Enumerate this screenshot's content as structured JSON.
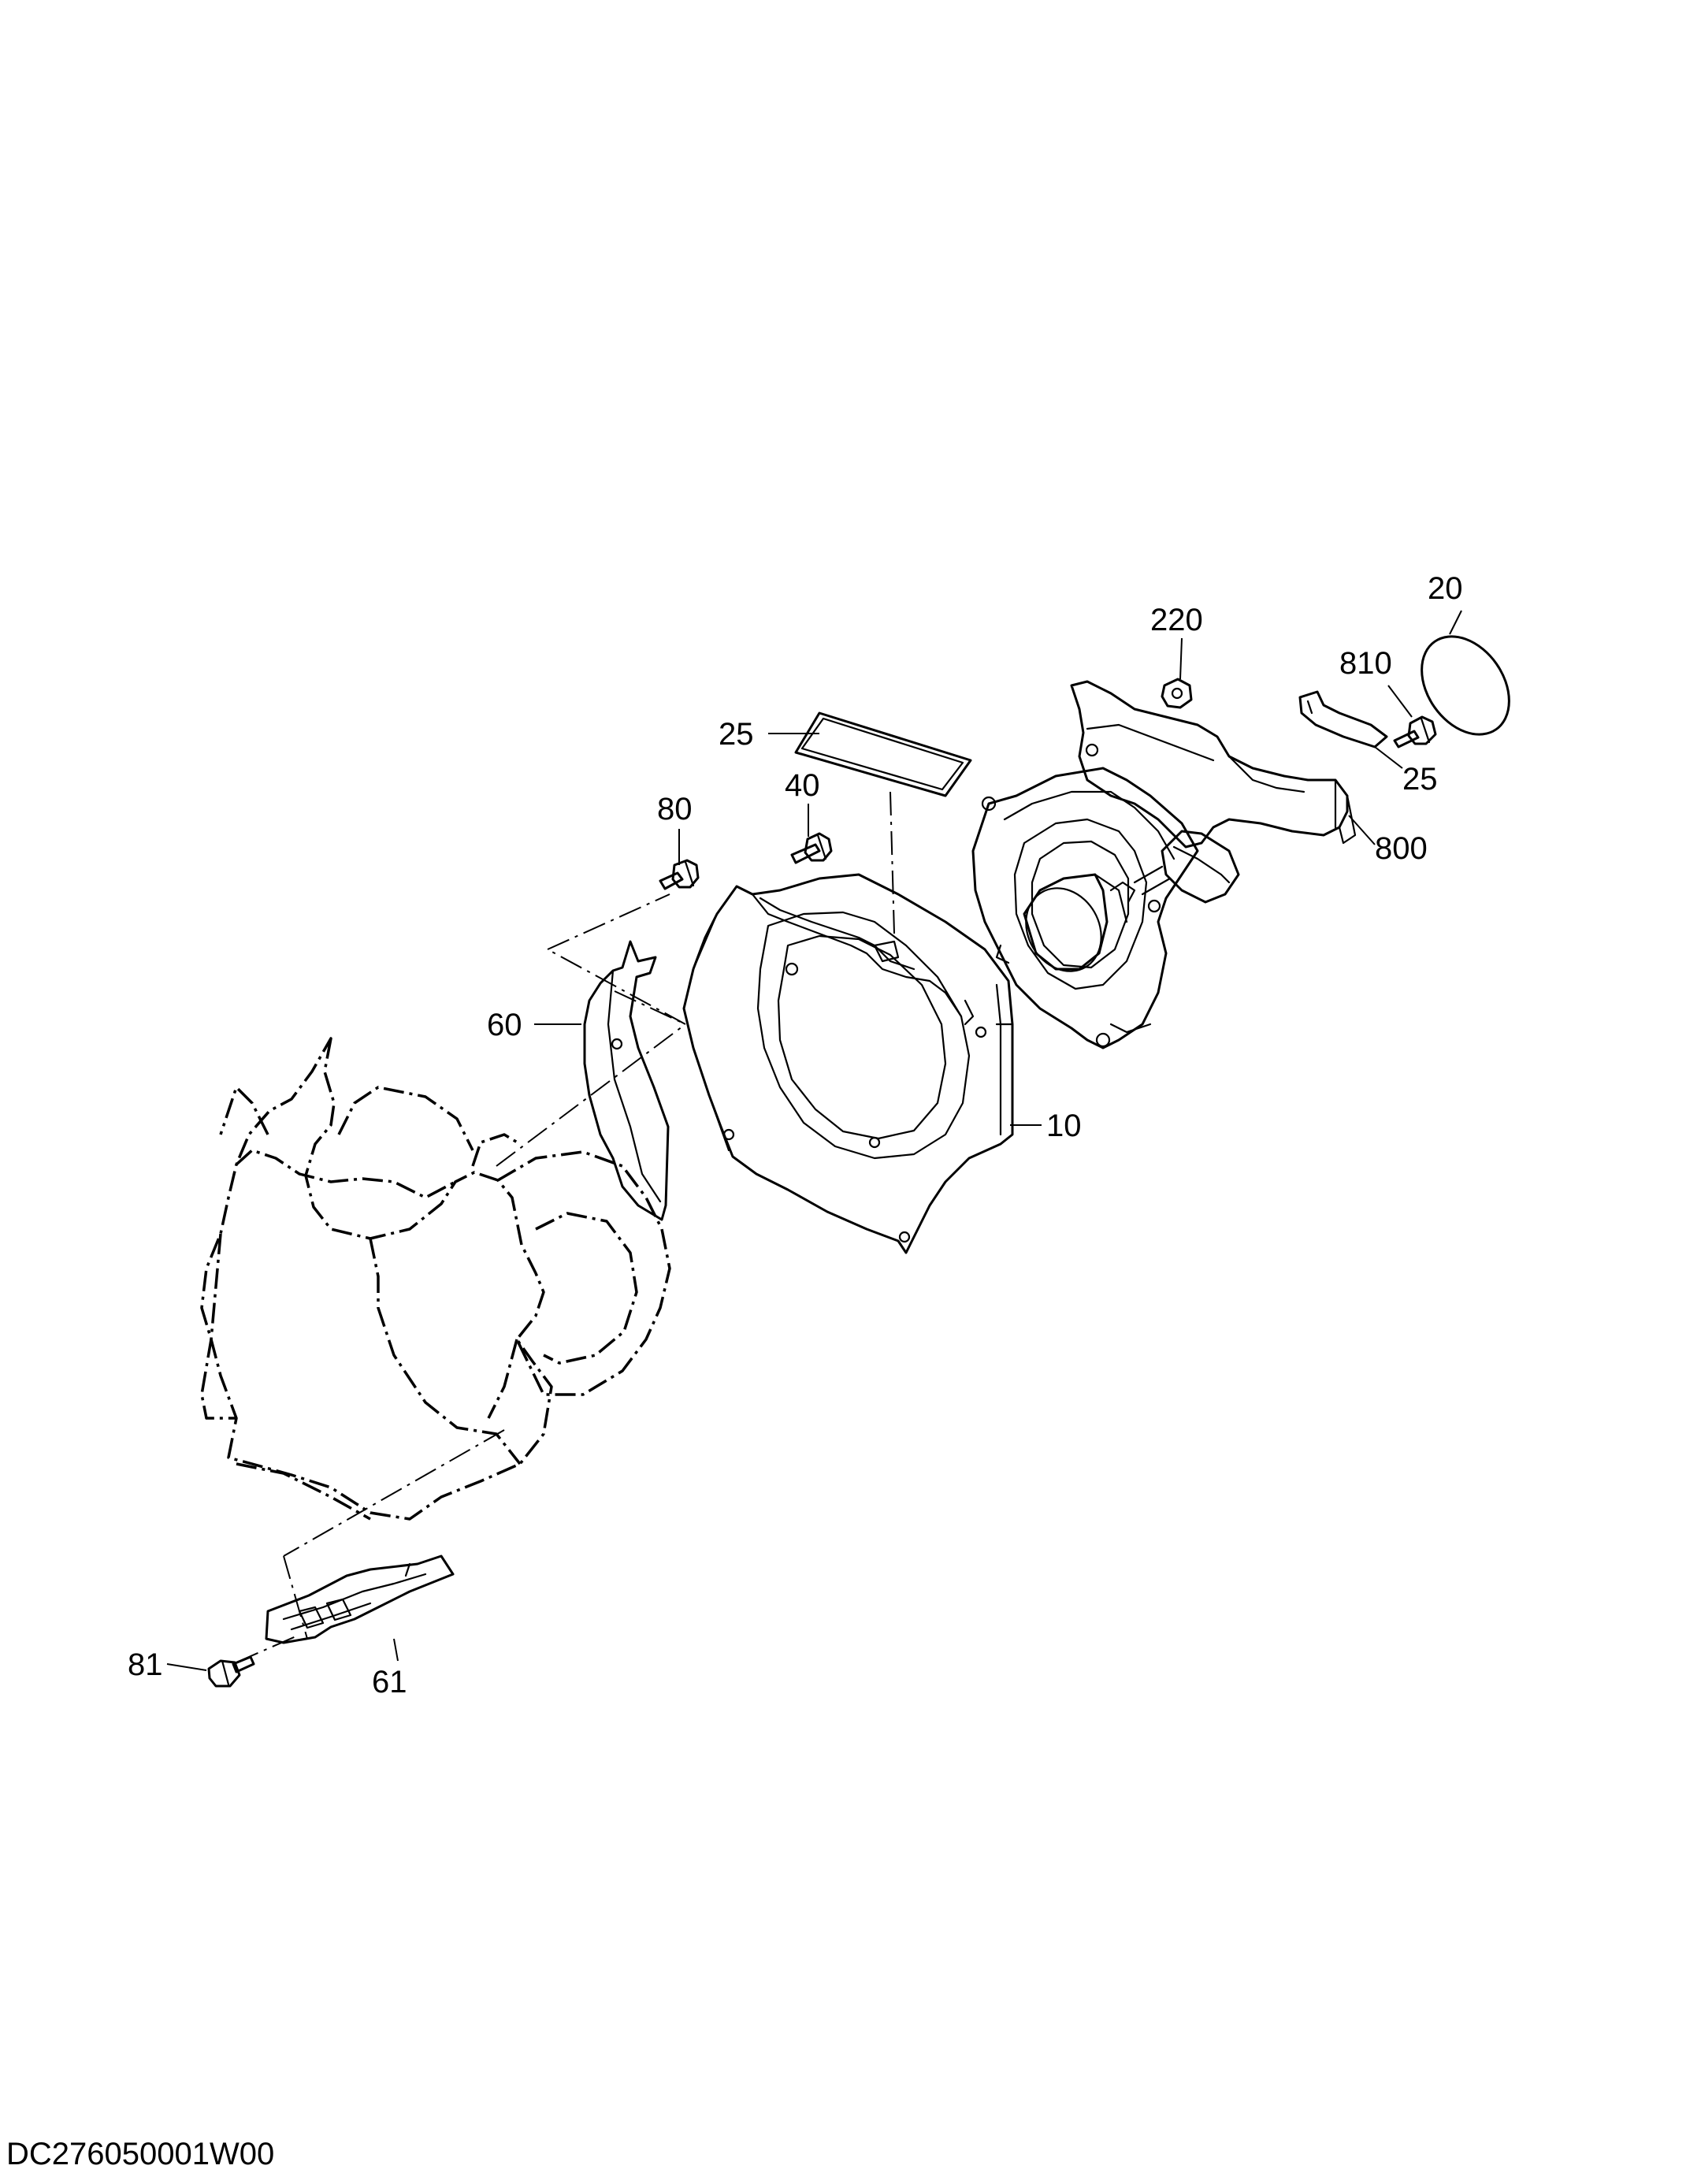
{
  "drawing_code": "DC276050001W00",
  "callouts": {
    "c20": "20",
    "c220": "220",
    "c810": "810",
    "c25_top": "25",
    "c25_right": "25",
    "c800": "800",
    "c80": "80",
    "c40": "40",
    "c60": "60",
    "c10": "10",
    "c81": "81",
    "c61": "61"
  }
}
